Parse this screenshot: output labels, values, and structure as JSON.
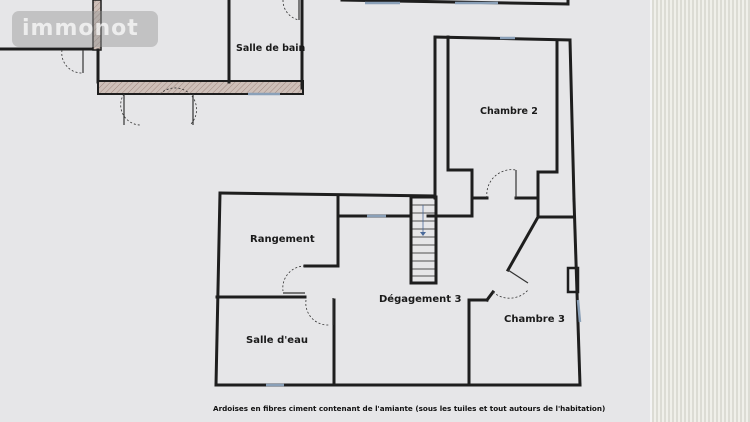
{
  "watermark": {
    "text": "immonot"
  },
  "rooms": {
    "salle_de_bain": "Salle de bain",
    "chambre_2": "Chambre 2",
    "rangement": "Rangement",
    "degagement_3": "Dégagement 3",
    "salle_deau": "Salle d'eau",
    "chambre_3": "Chambre 3"
  },
  "caption": "Ardoises en fibres ciment contenant de l'amiante (sous les tuiles et tout autours de l'habitation)",
  "colors": {
    "wall": "#1e1e1e",
    "paper": "#e6e6e8",
    "window": "#8aa0b8",
    "hatch": "#b9a8a0"
  },
  "icons": {
    "stair_arrow": "arrow-down"
  }
}
